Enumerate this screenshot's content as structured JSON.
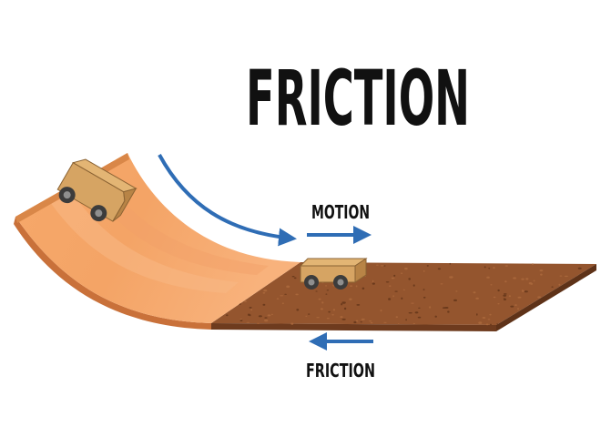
{
  "title": "FRICTION",
  "labels": {
    "motion": "MOTION",
    "friction": "FRICTION"
  },
  "colors": {
    "ramp_light": "#F8B27A",
    "ramp_mid": "#F0A061",
    "ramp_edge": "#C9713A",
    "ground_top": "#94552E",
    "ground_edge": "#6E3B1E",
    "speckle": "#6B3A1C",
    "car_body": "#D6A463",
    "car_shade": "#B88446",
    "wheel": "#3C3C3C",
    "arrow": "#2F6DB5",
    "outline": "#2A2A2A"
  },
  "icons": {
    "car_on_ramp": "toy-car-icon",
    "car_on_ground": "toy-car-icon",
    "motion_arrow": "arrow-right-icon",
    "friction_arrow": "arrow-left-icon",
    "curved_arrow": "curved-arrow-icon"
  }
}
